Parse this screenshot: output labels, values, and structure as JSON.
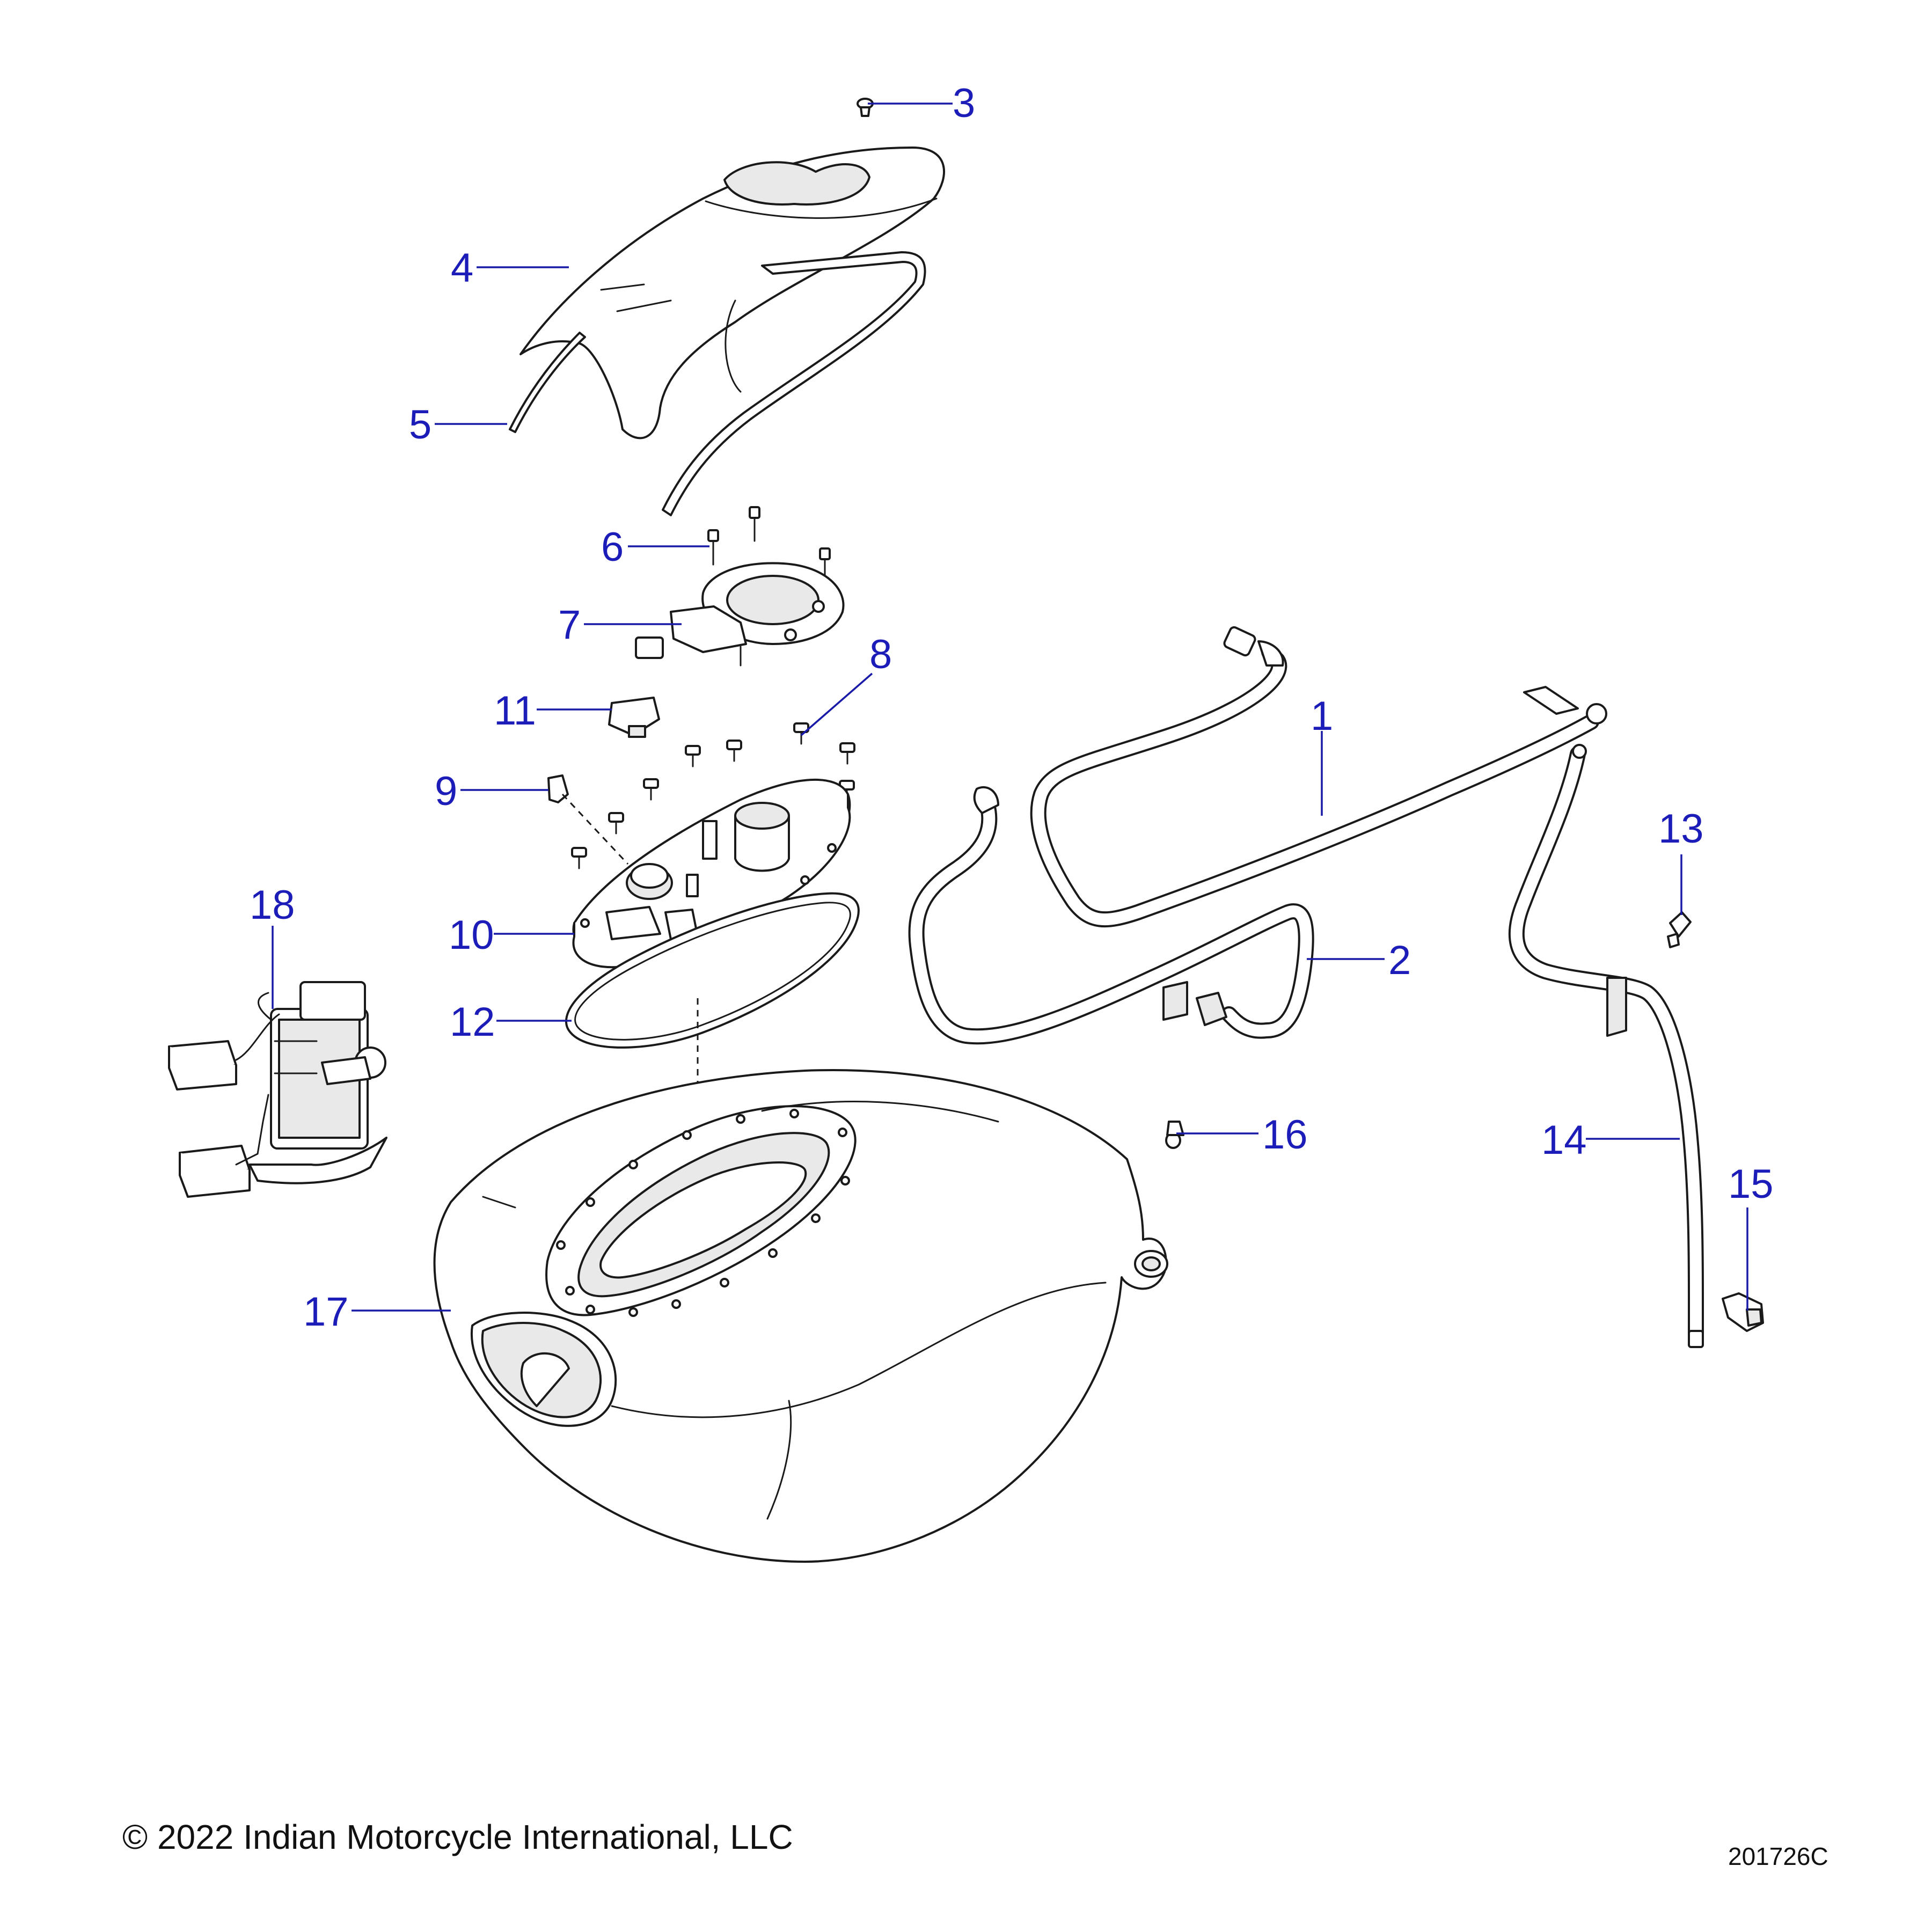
{
  "callouts": {
    "c1": "1",
    "c2": "2",
    "c3": "3",
    "c4": "4",
    "c5": "5",
    "c6": "6",
    "c7": "7",
    "c8": "8",
    "c9": "9",
    "c10": "10",
    "c11": "11",
    "c12": "12",
    "c13": "13",
    "c14": "14",
    "c15": "15",
    "c16": "16",
    "c17": "17",
    "c18": "18"
  },
  "footer": {
    "copyright": "© 2022 Indian Motorcycle International, LLC",
    "figure_id": "201726C"
  }
}
